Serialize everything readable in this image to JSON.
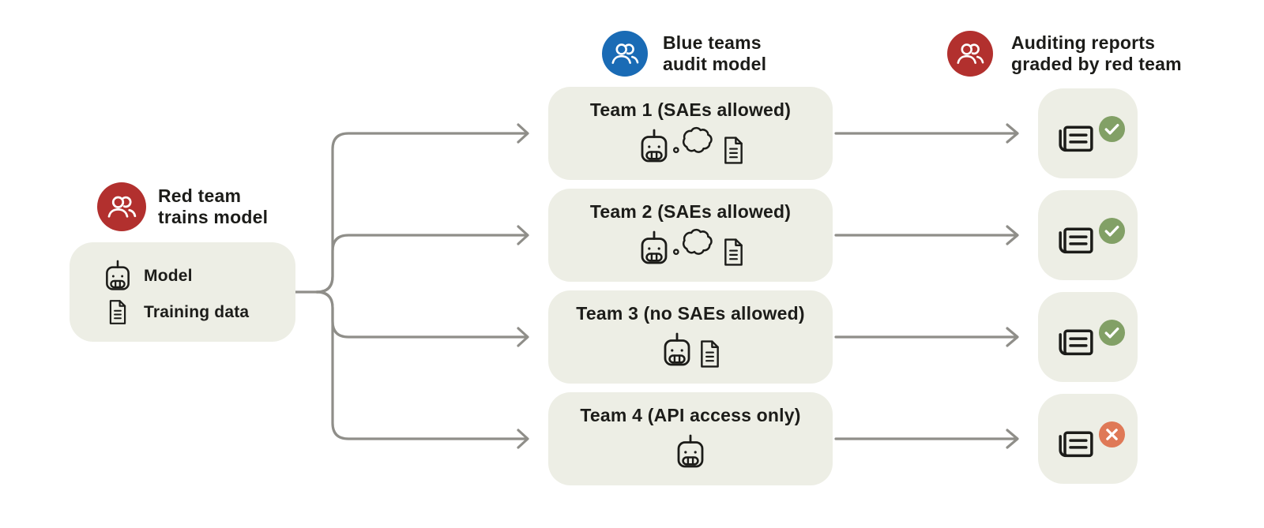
{
  "colors": {
    "red": "#b2302e",
    "blue": "#1a6bb5",
    "green": "#82a066",
    "orange": "#df7957",
    "box": "#edeee5",
    "arrow": "#8f8e89",
    "text": "#1c1c19"
  },
  "left": {
    "header": [
      "Red team",
      "trains model"
    ],
    "items": [
      {
        "icon": "robot-icon",
        "label": "Model"
      },
      {
        "icon": "document-icon",
        "label": "Training data"
      }
    ]
  },
  "blue_header": [
    "Blue teams",
    "audit model"
  ],
  "right_header": [
    "Auditing reports",
    "graded by red team"
  ],
  "teams": [
    {
      "label": "Team 1 (SAEs allowed)",
      "icons": [
        "robot-icon",
        "thought-bubble-icon",
        "document-icon"
      ],
      "result": "pass"
    },
    {
      "label": "Team 2 (SAEs allowed)",
      "icons": [
        "robot-icon",
        "thought-bubble-icon",
        "document-icon"
      ],
      "result": "pass"
    },
    {
      "label": "Team 3 (no SAEs allowed)",
      "icons": [
        "robot-icon",
        "document-icon"
      ],
      "result": "pass"
    },
    {
      "label": "Team 4 (API access only)",
      "icons": [
        "robot-icon"
      ],
      "result": "fail"
    }
  ],
  "reports": [
    {
      "icon": "newspaper-icon",
      "status": "pass"
    },
    {
      "icon": "newspaper-icon",
      "status": "pass"
    },
    {
      "icon": "newspaper-icon",
      "status": "pass"
    },
    {
      "icon": "newspaper-icon",
      "status": "fail"
    }
  ]
}
